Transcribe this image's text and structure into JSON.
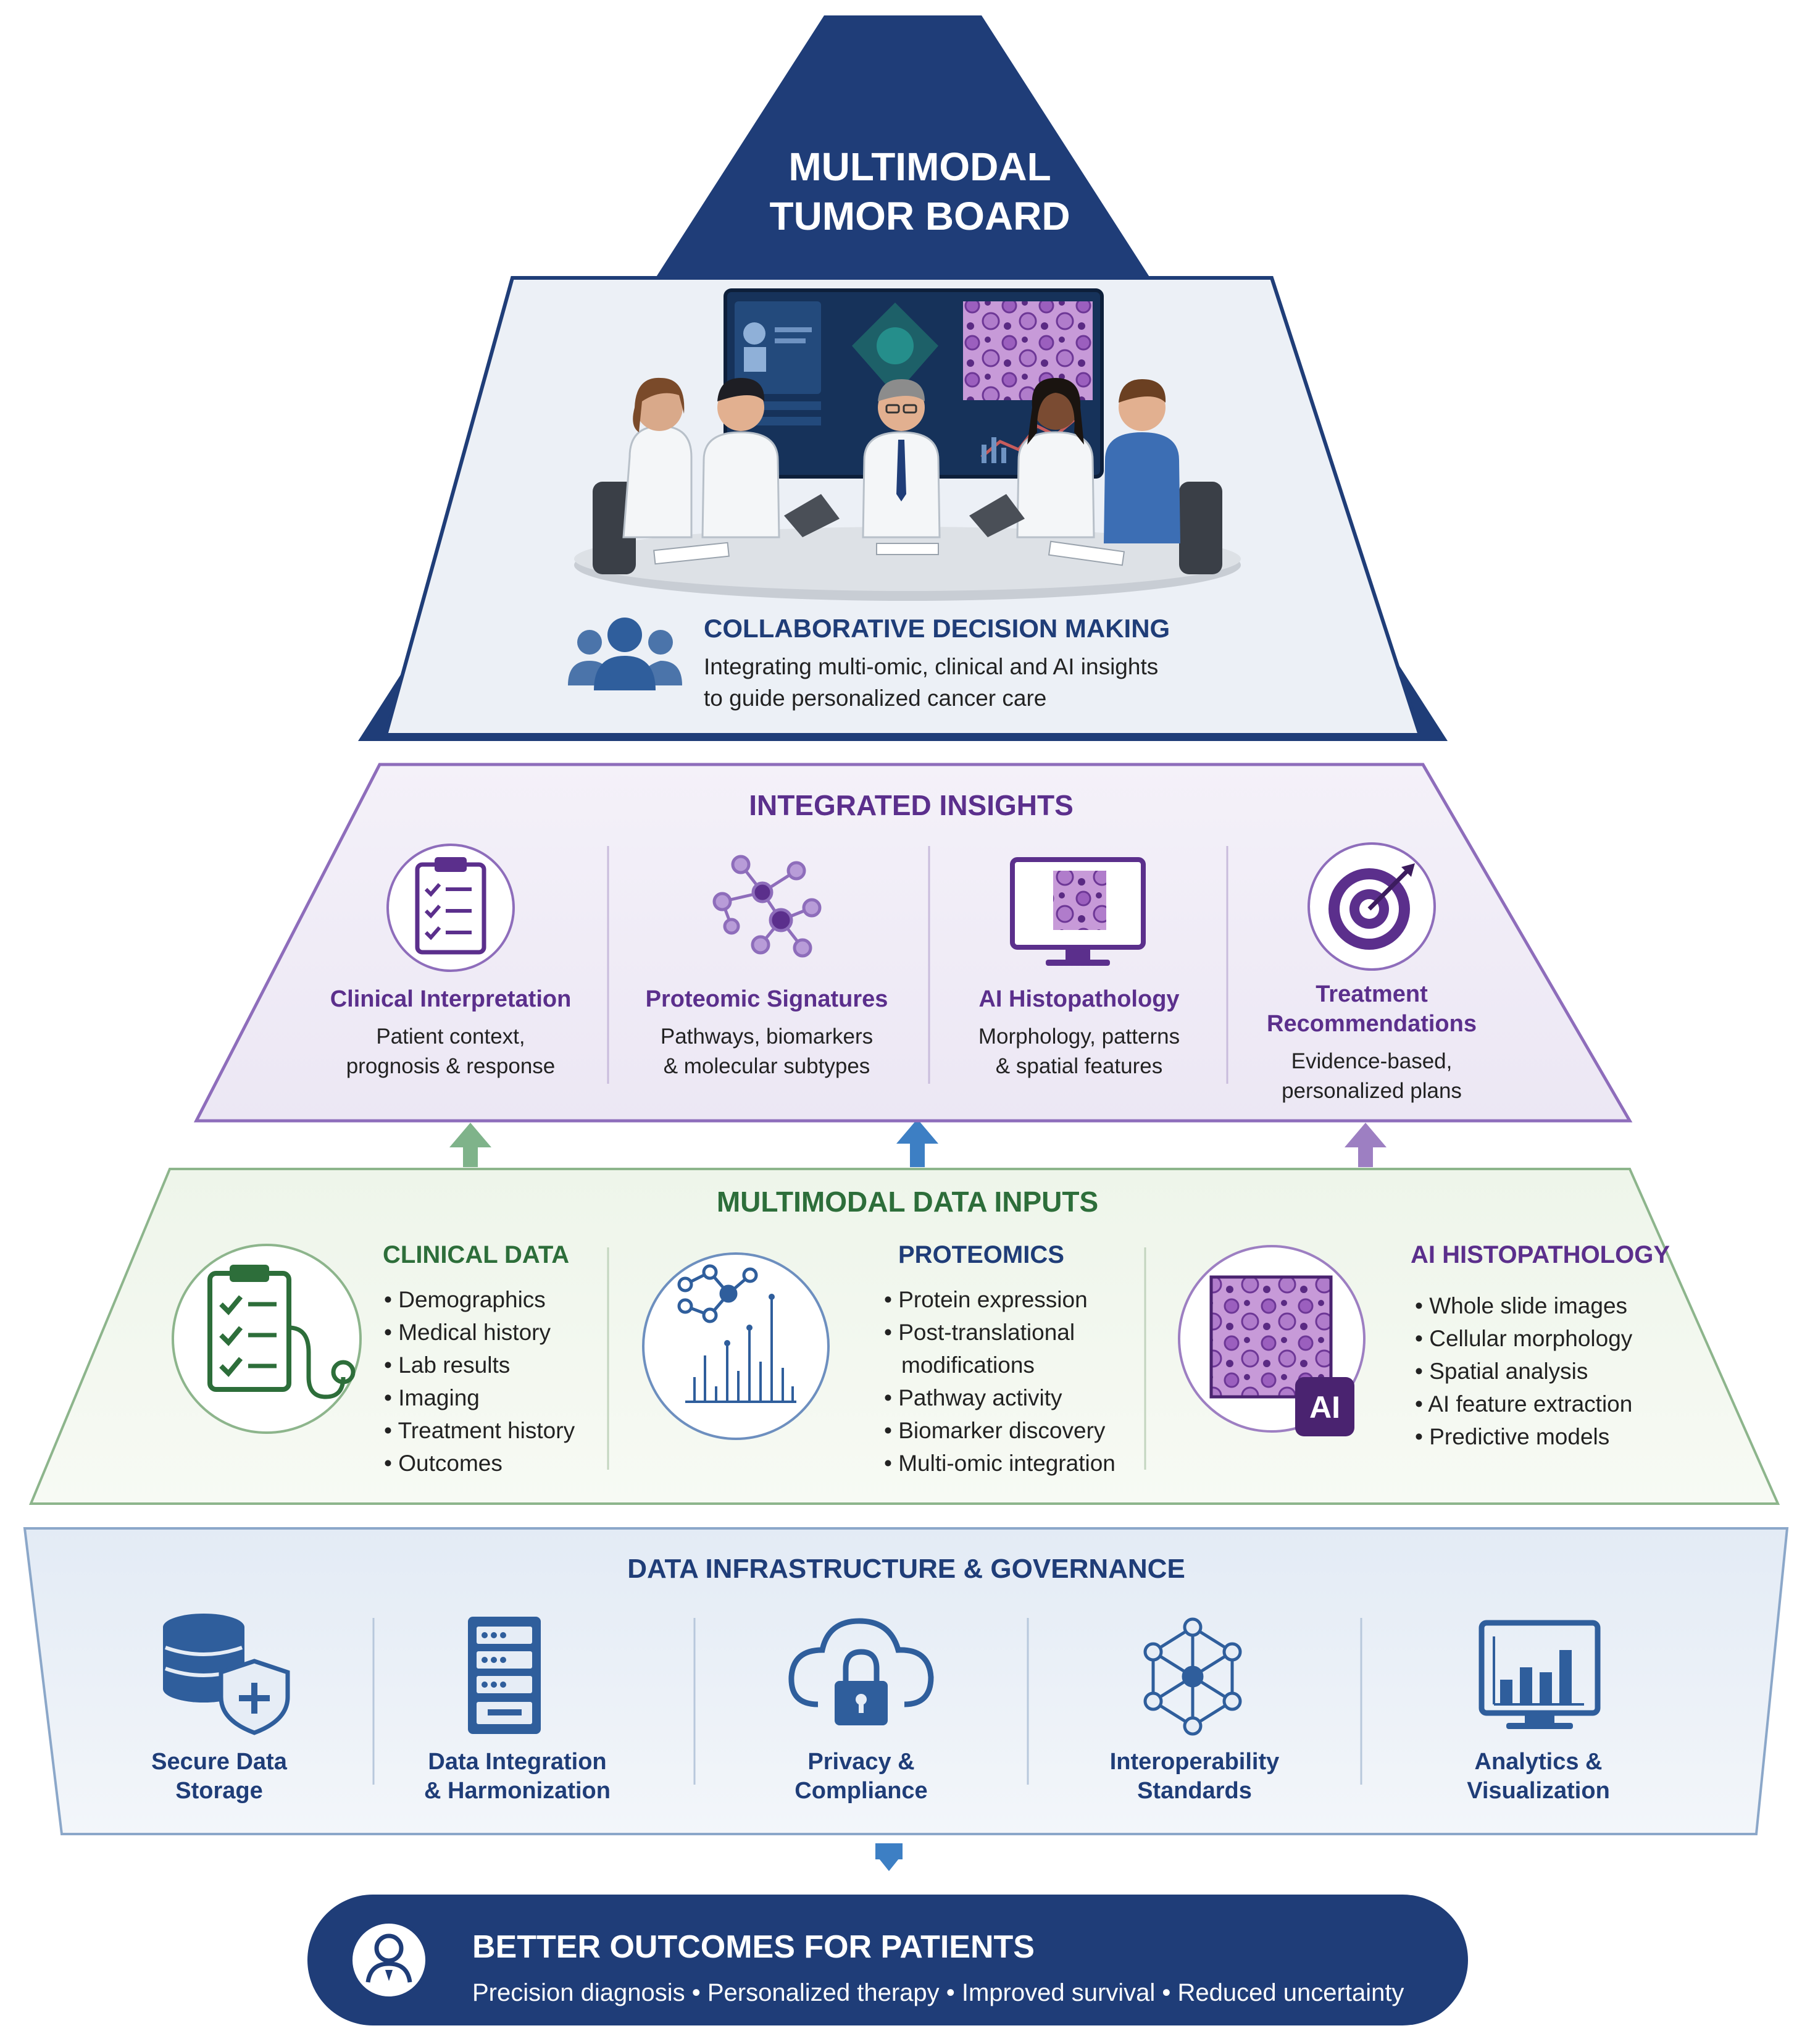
{
  "apex": {
    "title_line1": "MULTIMODAL",
    "title_line2": "TUMOR BOARD",
    "heading": "COLLABORATIVE DECISION MAKING",
    "subtitle_line1": "Integrating multi-omic, clinical and AI insights",
    "subtitle_line2": "to guide personalized cancer care"
  },
  "insights": {
    "title": "INTEGRATED INSIGHTS",
    "items": [
      {
        "title": "Clinical Interpretation",
        "line1": "Patient context,",
        "line2": "prognosis & response",
        "icon": "clipboard-checklist-icon"
      },
      {
        "title": "Proteomic Signatures",
        "line1": "Pathways, biomarkers",
        "line2": "& molecular subtypes",
        "icon": "molecule-network-icon"
      },
      {
        "title": "AI Histopathology",
        "line1": "Morphology, patterns",
        "line2": "& spatial features",
        "icon": "monitor-slide-icon"
      },
      {
        "title_line1": "Treatment",
        "title_line2": "Recommendations",
        "line1": "Evidence-based,",
        "line2": "personalized plans",
        "icon": "target-arrow-icon"
      }
    ]
  },
  "inputs": {
    "title": "MULTIMODAL DATA INPUTS",
    "clinical": {
      "title": "CLINICAL DATA",
      "bullets": [
        "Demographics",
        "Medical history",
        "Lab results",
        "Imaging",
        "Treatment history",
        "Outcomes"
      ]
    },
    "proteomics": {
      "title": "PROTEOMICS",
      "bullets": [
        "Protein expression",
        "Post-translational",
        "modifications",
        "Pathway activity",
        "Biomarker discovery",
        "Multi-omic integration"
      ]
    },
    "histopathology": {
      "title": "AI HISTOPATHOLOGY",
      "badge": "AI",
      "bullets": [
        "Whole slide images",
        "Cellular morphology",
        "Spatial analysis",
        "AI feature extraction",
        "Predictive models"
      ]
    }
  },
  "infrastructure": {
    "title": "DATA INFRASTRUCTURE & GOVERNANCE",
    "items": [
      {
        "line1": "Secure Data",
        "line2": "Storage",
        "icon": "database-shield-icon"
      },
      {
        "line1": "Data Integration",
        "line2": "& Harmonization",
        "icon": "server-rack-icon"
      },
      {
        "line1": "Privacy &",
        "line2": "Compliance",
        "icon": "cloud-lock-icon"
      },
      {
        "line1": "Interoperability",
        "line2": "Standards",
        "icon": "network-cube-icon"
      },
      {
        "line1": "Analytics &",
        "line2": "Visualization",
        "icon": "bar-chart-monitor-icon"
      }
    ]
  },
  "outcome": {
    "title": "BETTER OUTCOMES FOR PATIENTS",
    "subtitle": "Precision diagnosis • Personalized therapy • Improved survival • Reduced uncertainty",
    "icon": "patient-avatar-icon"
  },
  "colors": {
    "navy": "#1f3d78",
    "purple": "#5b2f8c",
    "green": "#2d6e3a",
    "blue": "#2f5e9c",
    "lavender_fill": "#f3f0f8",
    "green_fill": "#f1f6ee",
    "blue_fill": "#e6edf6"
  }
}
